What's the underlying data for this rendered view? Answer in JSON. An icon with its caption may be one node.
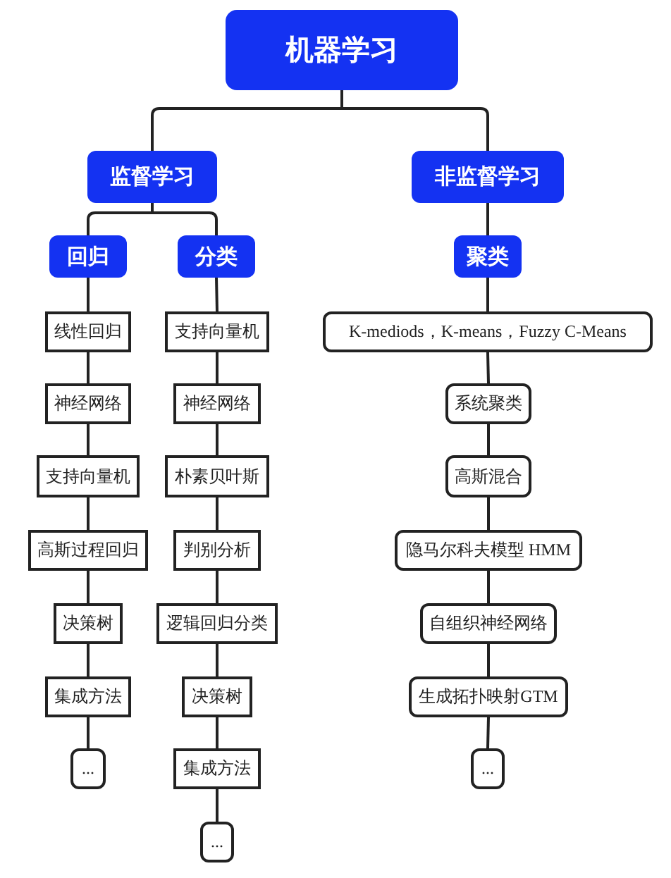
{
  "diagram": {
    "nodes": [
      {
        "text": [
          "机器学习"
        ]
      },
      {
        "text": [
          "监督学习"
        ]
      },
      {
        "text": [
          "非监督学习"
        ]
      },
      {
        "text": [
          "回归"
        ]
      },
      {
        "text": [
          "分类"
        ]
      },
      {
        "text": [
          "聚类"
        ]
      },
      {
        "text": [
          "线性回归"
        ]
      },
      {
        "text": [
          "神经网络"
        ]
      },
      {
        "text": [
          "支持向量机"
        ]
      },
      {
        "text": [
          "高斯过程回归"
        ]
      },
      {
        "text": [
          "决策树"
        ]
      },
      {
        "text": [
          "集成方法"
        ]
      },
      {
        "text": [
          "..."
        ]
      },
      {
        "text": [
          "支持向量机"
        ]
      },
      {
        "text": [
          "神经网络"
        ]
      },
      {
        "text": [
          "朴素贝叶斯"
        ]
      },
      {
        "text": [
          "判别分析"
        ]
      },
      {
        "text": [
          "逻辑回归分类"
        ]
      },
      {
        "text": [
          "决策树"
        ]
      },
      {
        "text": [
          "集成方法"
        ]
      },
      {
        "text": [
          "..."
        ]
      },
      {
        "text": [
          "K-mediods，K-means，Fuzzy C-Means"
        ]
      },
      {
        "text": [
          "系统聚类"
        ]
      },
      {
        "text": [
          "高斯混合"
        ]
      },
      {
        "text": [
          "隐马尔科夫模型 HMM"
        ]
      },
      {
        "text": [
          "自组织神经网络"
        ]
      },
      {
        "text": [
          "生成拓扑映射GTM"
        ]
      },
      {
        "text": [
          "..."
        ]
      }
    ],
    "edges": [
      {
        "from": 0,
        "to": 1,
        "arrow": "none"
      },
      {
        "from": 0,
        "to": 2,
        "arrow": "none"
      },
      {
        "from": 1,
        "to": 3,
        "arrow": "none"
      },
      {
        "from": 1,
        "to": 4,
        "arrow": "none"
      },
      {
        "from": 2,
        "to": 5,
        "arrow": "none"
      },
      {
        "from": 3,
        "to": 6,
        "arrow": "none"
      },
      {
        "from": 6,
        "to": 7,
        "arrow": "none"
      },
      {
        "from": 7,
        "to": 8,
        "arrow": "none"
      },
      {
        "from": 8,
        "to": 9,
        "arrow": "none"
      },
      {
        "from": 9,
        "to": 10,
        "arrow": "none"
      },
      {
        "from": 10,
        "to": 11,
        "arrow": "none"
      },
      {
        "from": 11,
        "to": 12,
        "arrow": "none"
      },
      {
        "from": 4,
        "to": 13,
        "arrow": "none"
      },
      {
        "from": 13,
        "to": 14,
        "arrow": "none"
      },
      {
        "from": 14,
        "to": 15,
        "arrow": "none"
      },
      {
        "from": 15,
        "to": 16,
        "arrow": "none"
      },
      {
        "from": 16,
        "to": 17,
        "arrow": "none"
      },
      {
        "from": 17,
        "to": 18,
        "arrow": "none"
      },
      {
        "from": 18,
        "to": 19,
        "arrow": "none"
      },
      {
        "from": 19,
        "to": 20,
        "arrow": "none"
      },
      {
        "from": 5,
        "to": 21,
        "arrow": "none"
      },
      {
        "from": 21,
        "to": 22,
        "arrow": "none"
      },
      {
        "from": 22,
        "to": 23,
        "arrow": "none"
      },
      {
        "from": 23,
        "to": 24,
        "arrow": "none"
      },
      {
        "from": 24,
        "to": 25,
        "arrow": "none"
      },
      {
        "from": 25,
        "to": 26,
        "arrow": "none"
      },
      {
        "from": 26,
        "to": 27,
        "arrow": "none"
      }
    ]
  }
}
